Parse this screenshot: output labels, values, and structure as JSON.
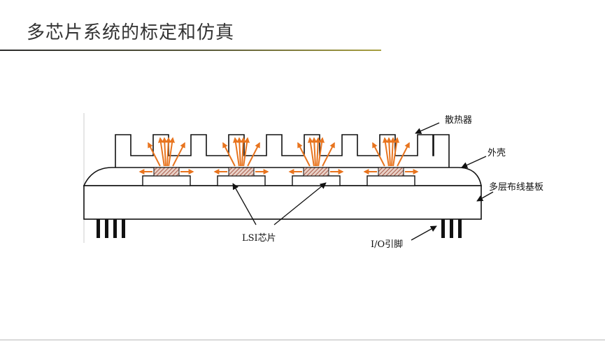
{
  "slide": {
    "title": "多芯片系统的标定和仿真"
  },
  "diagram": {
    "labels": {
      "heatsink": "散热器",
      "shell": "外壳",
      "substrate": "多层布线基板",
      "chip": "LSI芯片",
      "pins": "I/O引脚"
    },
    "chip_count": 4,
    "colors": {
      "arrow": "#e8741e",
      "outline": "#111111",
      "chip_hatch": "#c0504d"
    }
  }
}
